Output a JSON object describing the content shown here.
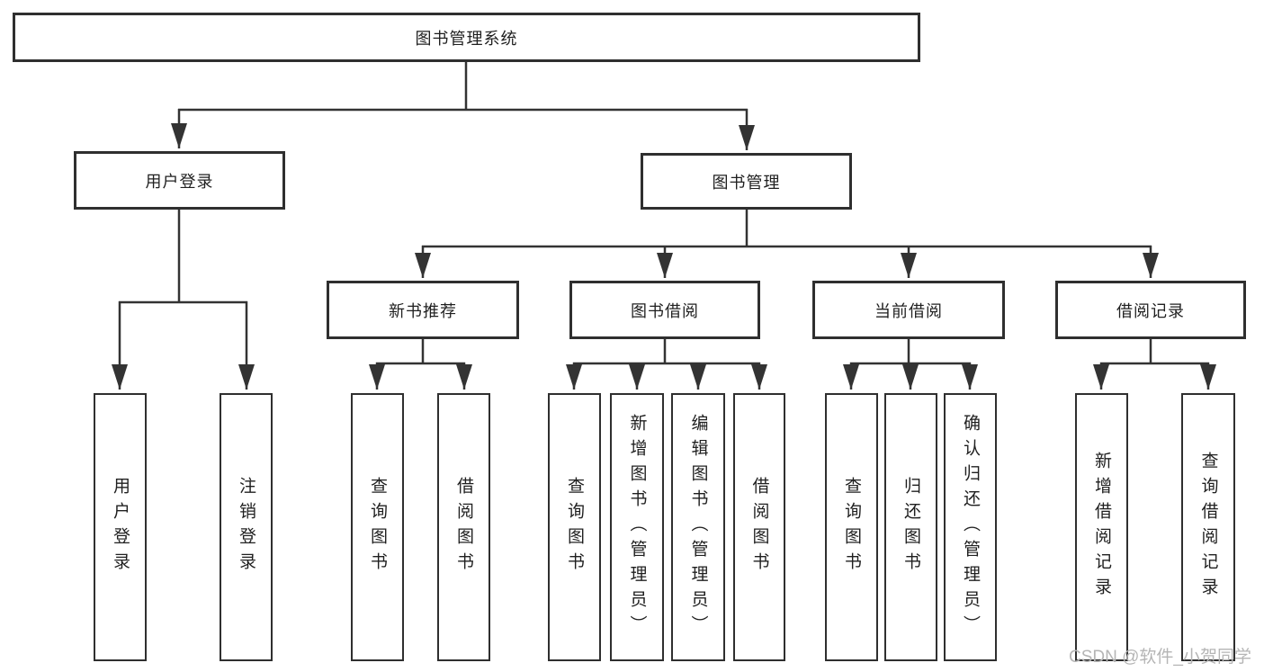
{
  "diagram": {
    "root_label": "图书管理系统",
    "branches": {
      "user_login": {
        "label": "用户登录",
        "leaves": [
          "用户登录",
          "注销登录"
        ]
      },
      "book_mgmt": {
        "label": "图书管理",
        "groups": [
          {
            "label": "新书推荐",
            "leaves": [
              "查询图书",
              "借阅图书"
            ]
          },
          {
            "label": "图书借阅",
            "leaves": [
              "查询图书",
              "新增图书（管理员）",
              "编辑图书（管理员）",
              "借阅图书"
            ]
          },
          {
            "label": "当前借阅",
            "leaves": [
              "查询图书",
              "归还图书",
              "确认归还（管理员）"
            ]
          },
          {
            "label": "借阅记录",
            "leaves": [
              "新增借阅记录",
              "查询借阅记录"
            ]
          }
        ]
      }
    }
  },
  "watermark_text": "CSDN @软件_小贺同学",
  "colors": {
    "line": "#333333",
    "border": "#2f2f2f",
    "text": "#1f1f1f",
    "background": "#ffffff",
    "watermark": "#b5b5b5"
  }
}
